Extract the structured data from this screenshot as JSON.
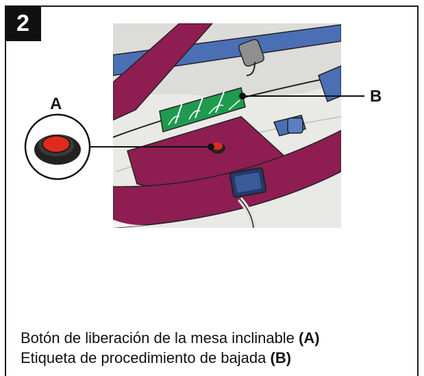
{
  "step": {
    "number": "2"
  },
  "callouts": {
    "a_label": "A",
    "b_label": "B"
  },
  "caption": {
    "line1_text": "Botón de liberación de la mesa inclinable",
    "line1_ref": "(A)",
    "line2_text": "Etiqueta de procedimiento de bajada",
    "line2_ref": "(B)"
  },
  "colors": {
    "strap_maroon": "#8e1d52",
    "blue_strap": "#4a6fb5",
    "label_green": "#1f9a4f",
    "button_red": "#e02a20",
    "equipment_gray": "#e9e9e6"
  }
}
